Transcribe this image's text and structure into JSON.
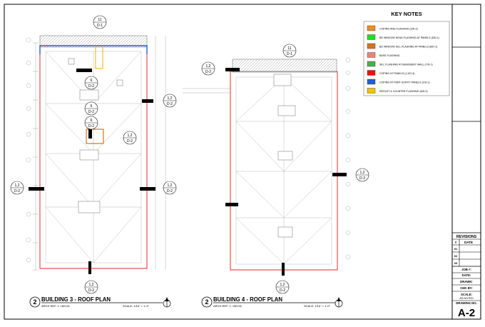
{
  "key_notes": {
    "title": "KEY NOTES",
    "items": [
      {
        "label": "COPING AND FLASHING (3/D-2)",
        "color": "#f08a24"
      },
      {
        "label": "BD WINDOW HEAD FLASHING AT PANELS (5/D-1)",
        "color": "#22dd22"
      },
      {
        "label": "BD WINDOW SILL FLASHING AT PANELS (6/D-1)",
        "color": "#d9731a"
      },
      {
        "label": "BASE FLASHING",
        "color": "#f08080"
      },
      {
        "label": "SILL FLASHING AT BASEMENT WALL (7/D-1)",
        "color": "#4caf50"
      },
      {
        "label": "COPING AT PANELS (1,2/D-3)",
        "color": "#ee1111"
      },
      {
        "label": "COPING AT PERF SOFFIT PANELS (1/D-1)",
        "color": "#2060d8"
      },
      {
        "label": "REGLET & COUNTER FLASHING (6/D-2)",
        "color": "#f2c200"
      }
    ]
  },
  "plans": [
    {
      "number": "2",
      "title": "BUILDING 3 - ROOF PLAN",
      "ref": "ARCH REF: 1 / AE101",
      "scale": "SCALE: 1/16\" = 1'-0\""
    },
    {
      "number": "2",
      "title": "BUILDING 4 - ROOF PLAN",
      "ref": "ARCH REF: 1 / AE102",
      "scale": "SCALE: 1/16\" = 1'-0\""
    }
  ],
  "callouts": [
    {
      "top": "11",
      "bottom": "D-1"
    },
    {
      "top": "6",
      "bottom": "D-2"
    },
    {
      "top": "6",
      "bottom": "D-2"
    },
    {
      "top": "6",
      "bottom": "D-2"
    },
    {
      "top": "1,2",
      "bottom": "D-2"
    },
    {
      "top": "1,2",
      "bottom": "D-2"
    },
    {
      "top": "1,2",
      "bottom": "D-2"
    },
    {
      "top": "1,2",
      "bottom": "D-2"
    },
    {
      "top": "1,2",
      "bottom": "D-2"
    },
    {
      "top": "11",
      "bottom": "D-1"
    },
    {
      "top": "1,2",
      "bottom": "D-2"
    },
    {
      "top": "1,2",
      "bottom": "D-2"
    },
    {
      "top": "1,2",
      "bottom": "D-2"
    }
  ],
  "title_block": {
    "revisions_label": "REVISIONS",
    "rev_hash": "#",
    "rev_date": "DATE",
    "rev_rows": [
      "01",
      "02",
      "03"
    ],
    "fields": [
      {
        "label": "JOB #:",
        "value": ""
      },
      {
        "label": "DATE:",
        "value": ""
      },
      {
        "label": "DRAWN:",
        "value": ""
      },
      {
        "label": "CHK BY:",
        "value": ""
      },
      {
        "label": "SCALE:",
        "value": "AS NOTED"
      }
    ],
    "drawing_no_label": "DRAWING NO.",
    "drawing_no": "A-2"
  }
}
